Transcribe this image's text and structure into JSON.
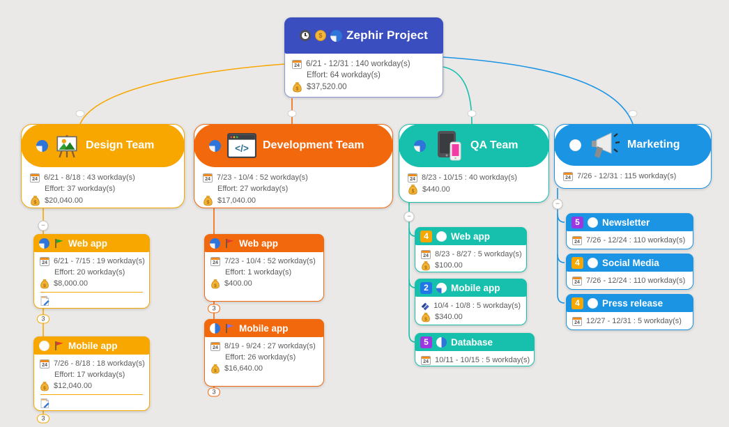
{
  "canvas": {
    "background_color": "#eae9e7"
  },
  "palette": {
    "root_blue": "#3a4ec0",
    "design_orange": "#f7a700",
    "development_orange": "#f2690d",
    "qa_teal": "#17bfad",
    "marketing_blue": "#1b94e4",
    "priority_orange": "#f7a700",
    "priority_blue": "#2277e6",
    "priority_purple": "#9c36e0",
    "detail_text": "#5b5b5b"
  },
  "icons": {
    "dollar_glyph": "$",
    "calendar_day": "24",
    "code_glyph": "</>",
    "collapse_glyph": "−"
  },
  "badges": {
    "collapsed_count": "3"
  },
  "root": {
    "title": "Zephir Project",
    "date": "6/21 - 12/31 : 140 workday(s)",
    "effort": "Effort: 64 workday(s)",
    "cost": "$37,520.00"
  },
  "teams": [
    {
      "label": "Design Team",
      "date": "6/21 - 8/18 : 43 workday(s)",
      "effort": "Effort: 37 workday(s)",
      "cost": "$20,040.00"
    },
    {
      "label": "Development Team",
      "date": "7/23 - 10/4 : 52 workday(s)",
      "effort": "Effort: 27 workday(s)",
      "cost": "$17,040.00"
    },
    {
      "label": "QA Team",
      "date": "8/23 - 10/15 : 40 workday(s)",
      "cost": "$440.00"
    },
    {
      "label": "Marketing",
      "date": "7/26 - 12/31 : 115 workday(s)"
    }
  ],
  "design_tasks": [
    {
      "label": "Web app",
      "date": "6/21 - 7/15 : 19 workday(s)",
      "effort": "Effort: 20 workday(s)",
      "cost": "$8,000.00"
    },
    {
      "label": "Mobile app",
      "date": "7/26 - 8/18 : 18 workday(s)",
      "effort": "Effort: 17 workday(s)",
      "cost": "$12,040.00"
    }
  ],
  "development_tasks": [
    {
      "label": "Web app",
      "date": "7/23 - 10/4 : 52 workday(s)",
      "effort": "Effort: 1 workday(s)",
      "cost": "$400.00"
    },
    {
      "label": "Mobile app",
      "date": "8/19 - 9/24 : 27 workday(s)",
      "effort": "Effort: 26 workday(s)",
      "cost": "$16,640.00"
    }
  ],
  "qa_tasks": [
    {
      "label": "Web app",
      "priority": "4",
      "date": "8/23 - 8/27 : 5 workday(s)",
      "cost": "$100.00"
    },
    {
      "label": "Mobile app",
      "priority": "2",
      "date": "10/4 - 10/8 : 5 workday(s)",
      "cost": "$340.00"
    },
    {
      "label": "Database",
      "priority": "5",
      "date": "10/11 - 10/15 : 5 workday(s)"
    }
  ],
  "marketing_tasks": [
    {
      "label": "Newsletter",
      "priority": "5",
      "date": "7/26 - 12/24 : 110 workday(s)"
    },
    {
      "label": "Social Media",
      "priority": "4",
      "date": "7/26 - 12/24 : 110 workday(s)"
    },
    {
      "label": "Press release",
      "priority": "4",
      "date": "12/27 - 12/31 : 5 workday(s)"
    }
  ]
}
